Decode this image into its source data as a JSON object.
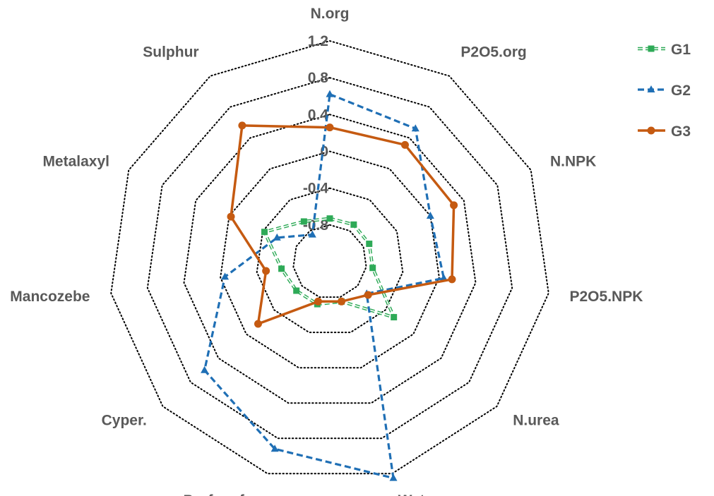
{
  "chart_data": {
    "type": "radar",
    "axes": [
      "N.org",
      "P2O5.org",
      "N.NPK",
      "P2O5.NPK",
      "N.urea",
      "Water",
      "Profenofos",
      "Cyper.",
      "Mancozebe",
      "Metalaxyl",
      "Sulphur"
    ],
    "ticks": [
      "1.2",
      "0.8",
      "0.4",
      "0",
      "-0.4",
      "-0.8"
    ],
    "rlim": [
      -1.2,
      1.2
    ],
    "grid": true,
    "legend_position": "top-right",
    "series": [
      {
        "name": "G1",
        "color": "#2eaa57",
        "marker": "square",
        "line": "double-dashed",
        "values": [
          -0.73,
          -0.72,
          -0.73,
          -0.73,
          -0.28,
          -0.75,
          -0.72,
          -0.72,
          -0.67,
          -0.42,
          -0.68
        ]
      },
      {
        "name": "G2",
        "color": "#1f6fb5",
        "marker": "triangle",
        "line": "dashed",
        "values": [
          0.62,
          0.52,
          0.0,
          0.05,
          -0.67,
          1.25,
          0.92,
          0.6,
          -0.05,
          -0.57,
          -0.85
        ]
      },
      {
        "name": "G3",
        "color": "#c55a11",
        "marker": "circle",
        "line": "solid",
        "values": [
          0.26,
          0.31,
          0.28,
          0.14,
          -0.65,
          -0.75,
          -0.75,
          -0.17,
          -0.5,
          -0.02,
          0.56
        ]
      }
    ]
  }
}
